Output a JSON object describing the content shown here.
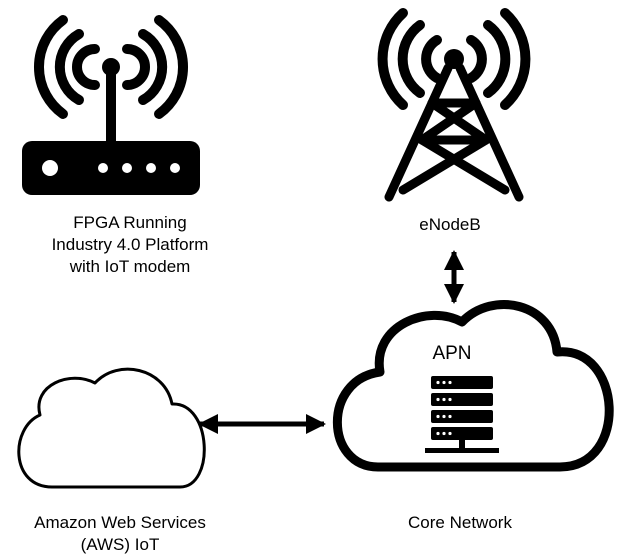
{
  "nodes": {
    "fpga": {
      "icon": "router-icon",
      "label_lines": [
        "FPGA Running",
        "Industry 4.0 Platform",
        "with IoT modem"
      ]
    },
    "enodeb": {
      "icon": "cell-tower-icon",
      "label": "eNodeB"
    },
    "core_network": {
      "icon": "cloud-icon",
      "label": "Core Network",
      "inner_label": "APN",
      "inner_icon": "server-rack-icon"
    },
    "aws_iot": {
      "icon": "cloud-icon",
      "label_lines": [
        "Amazon Web Services",
        "(AWS) IoT"
      ]
    }
  },
  "connections": [
    {
      "from": "enodeb",
      "to": "core_network",
      "style": "double-arrow"
    },
    {
      "from": "aws_iot",
      "to": "core_network",
      "style": "double-arrow"
    }
  ],
  "colors": {
    "stroke": "#000000",
    "background": "#ffffff"
  }
}
